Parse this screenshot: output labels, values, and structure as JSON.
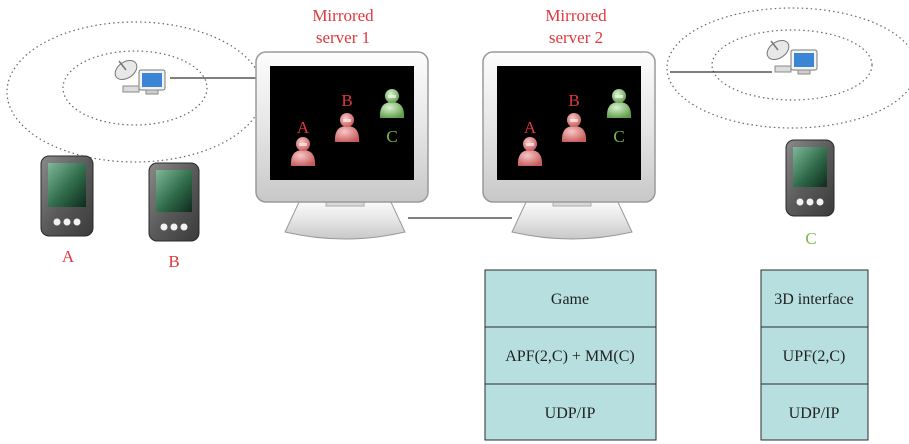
{
  "colors": {
    "red": "#e0383e",
    "green": "#7ab84a",
    "stack_fill": "#b7dfe0",
    "stack_border": "#2b2b2b",
    "screen": "#000000",
    "device_green": "#2f6b4a"
  },
  "servers": [
    {
      "title_line1": "Mirrored",
      "title_line2": "server 1",
      "players": [
        {
          "label": "A",
          "color": "red"
        },
        {
          "label": "B",
          "color": "red"
        },
        {
          "label": "C",
          "color": "green"
        }
      ]
    },
    {
      "title_line1": "Mirrored",
      "title_line2": "server 2",
      "players": [
        {
          "label": "A",
          "color": "red"
        },
        {
          "label": "B",
          "color": "red"
        },
        {
          "label": "C",
          "color": "green"
        }
      ]
    }
  ],
  "clients": [
    {
      "label": "A",
      "color": "red"
    },
    {
      "label": "B",
      "color": "red"
    },
    {
      "label": "C",
      "color": "green"
    }
  ],
  "server_stack": [
    "Game",
    "APF(2,C) + MM(C)",
    "UDP/IP"
  ],
  "client_stack": [
    "3D interface",
    "UPF(2,C)",
    "UDP/IP"
  ],
  "icons": [
    "wireless-access-point-icon",
    "pda-icon",
    "monitor-icon",
    "avatar-icon"
  ]
}
